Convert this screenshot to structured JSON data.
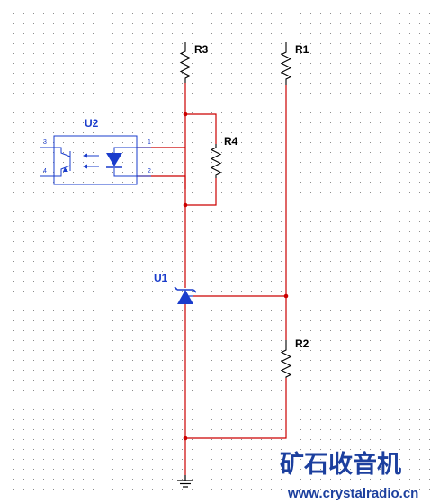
{
  "colors": {
    "wire": "#cc0000",
    "junction": "#cc0000",
    "component": "#000000",
    "chip": "#1a3ccc",
    "label_black": "#000000",
    "label_blue": "#1a3ccc",
    "grid_dot": "#8c8c8c",
    "logo": "#1c3f9e",
    "url": "#1c3f9e"
  },
  "components": {
    "r3": {
      "ref": "R3"
    },
    "r1": {
      "ref": "R1"
    },
    "r4": {
      "ref": "R4"
    },
    "r2": {
      "ref": "R2"
    },
    "u2": {
      "ref": "U2",
      "pins": {
        "p1": "1",
        "p2": "2",
        "p3": "3",
        "p4": "4"
      }
    },
    "u1": {
      "ref": "U1"
    }
  },
  "watermark": {
    "logo_text": "矿石收音机",
    "url_text": "www.crystalradio.cn"
  }
}
